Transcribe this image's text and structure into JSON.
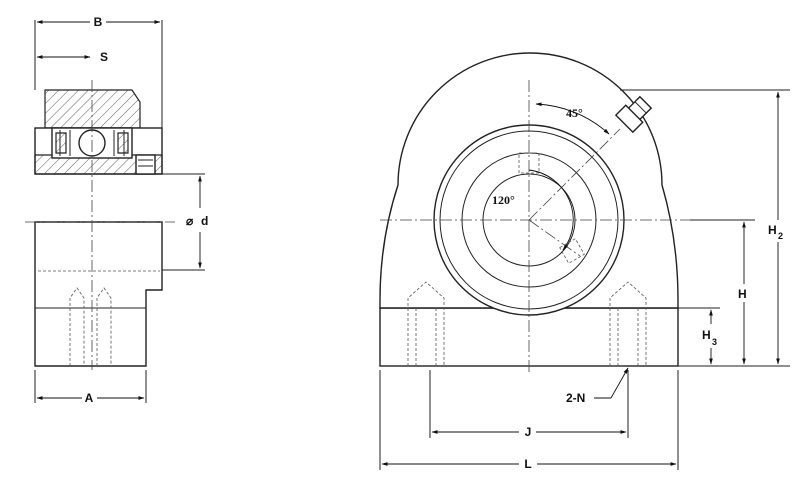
{
  "labels": {
    "B": "B",
    "S": "S",
    "d": "d",
    "d_symbol": "⌀",
    "A": "A",
    "angle_45": "45°",
    "angle_120": "120°",
    "H2": "H",
    "H2_sub": "2",
    "H": "H",
    "H3": "H",
    "H3_sub": "3",
    "N": "2-N",
    "J": "J",
    "L": "L"
  }
}
